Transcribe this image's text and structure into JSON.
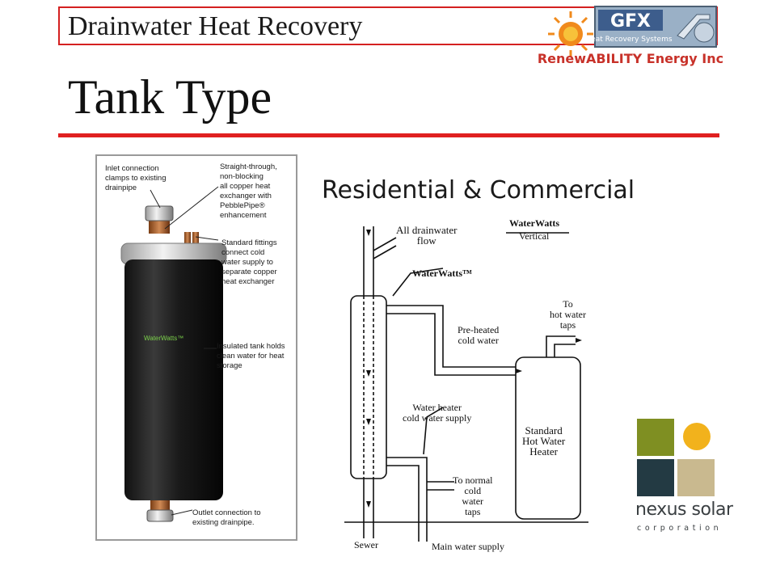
{
  "header": {
    "title": "Drainwater Heat Recovery",
    "partner_logo": {
      "badge": "GFX",
      "tagline": "Heat Recovery Systems",
      "company": "RenewABILITY Energy Inc."
    }
  },
  "slide": {
    "title": "Tank Type",
    "subtitle": "Residential & Commercial"
  },
  "photo": {
    "product_label": "WaterWatts™",
    "callouts": {
      "inlet": "Inlet connection\nclamps to existing\ndrainpipe",
      "straight": "Straight-through,\nnon-blocking\nall copper heat\nexchanger with\nPebblePipe®\nenhancement",
      "fittings": "Standard fittings\nconnect cold\nwater supply to\nseparate copper\nheat exchanger",
      "insulated": "Insulated tank holds\nclean water for heat\nstorage",
      "outlet": "Outlet connection to\nexisting drainpipe."
    }
  },
  "diagram": {
    "title": "WaterWatts",
    "title_sub": "Vertical",
    "labels": {
      "all_drainwater": "All drainwater\nflow",
      "waterwatts_tm": "WaterWatts™",
      "to_hot_taps": "To\nhot water\ntaps",
      "preheated": "Pre-heated\ncold water",
      "heater_supply": "Water heater\ncold water supply",
      "standard_heater": "Standard\nHot Water\nHeater",
      "to_cold_taps": "To normal\ncold\nwater\ntaps",
      "sewer": "Sewer",
      "main_supply": "Main water supply"
    }
  },
  "nexus": {
    "name": "nexus solar",
    "sub": "corporation"
  },
  "colors": {
    "accent_red": "#e02020",
    "nexus_green": "#7f8f22",
    "nexus_yellow": "#f2b21c",
    "nexus_dark": "#233a43",
    "nexus_tan": "#c9b98f"
  }
}
